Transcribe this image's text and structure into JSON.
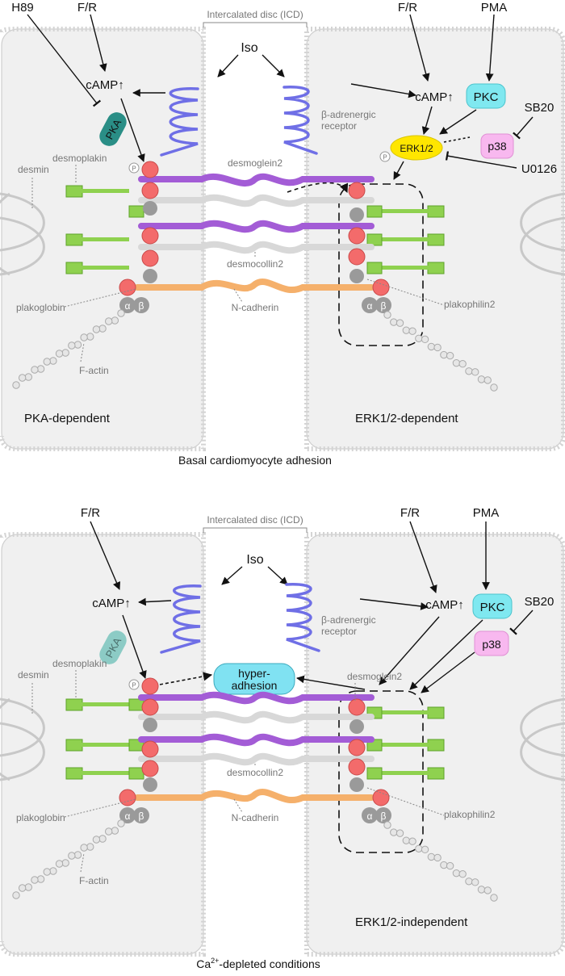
{
  "panels": [
    {
      "id": "basal",
      "caption": "Basal cardiomyocyte adhesion",
      "caption_sup": "",
      "caption_tail": "",
      "icd_label": "Intercalated disc (ICD)",
      "iso": "Iso",
      "receptor_label": [
        "β-adrenergic",
        "receptor"
      ],
      "left": {
        "fr": "F/R",
        "camp": "cAMP↑",
        "pka": "PKA",
        "h89": "H89",
        "mode": "PKA-dependent"
      },
      "right": {
        "fr": "F/R",
        "pma": "PMA",
        "camp": "cAMP↑",
        "pkc": "PKC",
        "erk": "ERK1/2",
        "p38": "p38",
        "sb20": "SB20",
        "u0126": "U0126",
        "mode": "ERK1/2-dependent"
      },
      "labels": {
        "desmin": "desmin",
        "desmoplakin": "desmoplakin",
        "desmoglein2": "desmoglein2",
        "desmocollin2": "desmocollin2",
        "ncadherin": "N-cadherin",
        "plakoglobin": "plakoglobin",
        "plakophilin2": "plakophilin2",
        "factin": "F-actin",
        "phospho": "P",
        "alpha": "α",
        "beta": "β"
      }
    },
    {
      "id": "ca-depleted",
      "caption": "Ca",
      "caption_sup": "2+",
      "caption_tail": "-depleted conditions",
      "icd_label": "Intercalated disc (ICD)",
      "iso": "Iso",
      "receptor_label": [
        "β-adrenergic",
        "receptor"
      ],
      "left": {
        "fr": "F/R",
        "camp": "cAMP↑",
        "pka": "PKA",
        "hyper": [
          "hyper-",
          "adhesion"
        ]
      },
      "right": {
        "fr": "F/R",
        "pma": "PMA",
        "camp": "cAMP↑",
        "pkc": "PKC",
        "p38": "p38",
        "sb20": "SB20",
        "mode": "ERK1/2-independent"
      },
      "labels": {
        "desmin": "desmin",
        "desmoplakin": "desmoplakin",
        "desmoglein2": "desmoglein2",
        "desmocollin2": "desmocollin2",
        "ncadherin": "N-cadherin",
        "plakoglobin": "plakoglobin",
        "plakophilin2": "plakophilin2",
        "factin": "F-actin",
        "phospho": "P",
        "alpha": "α",
        "beta": "β"
      }
    }
  ],
  "colors": {
    "receptor": "#6f6fe6",
    "desmoglein": "#a35cd6",
    "desmocollin": "#d8d8d8",
    "ncadherin": "#f5b06b",
    "desmoplakin": "#8fd14f",
    "plakophilin": "#f36b6b",
    "plakoglobin": "#9a9a9a",
    "pka_basal": "#2a8e86",
    "pka_faded": "#8ccbc5",
    "pkc": "#7fe8f0",
    "erk": "#ffe600",
    "p38": "#f8b8ef",
    "hyper": "#80e2f2"
  }
}
